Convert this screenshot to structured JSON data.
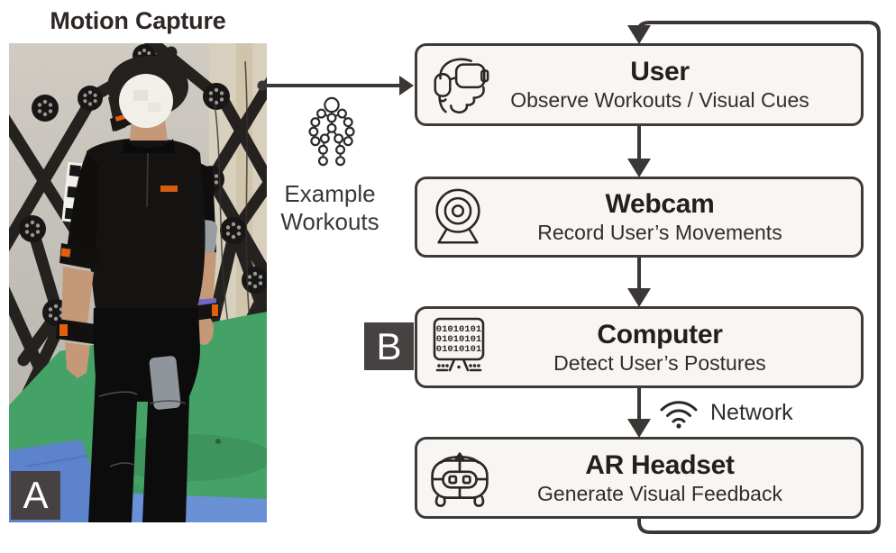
{
  "colors": {
    "ink": "#3b3735",
    "box_fill": "#f7f6f4",
    "box_border": "#3e3a38",
    "badge_bg": "#474241",
    "badge_text": "#ffffff",
    "accent_orange": "#e06010",
    "floor_green": "#44a267",
    "mat_blue": "#5c83cb"
  },
  "left": {
    "title": "Motion Capture",
    "badge_label": "A"
  },
  "middle": {
    "example_workouts_line1": "Example",
    "example_workouts_line2": "Workouts"
  },
  "flow": {
    "badge_label": "B",
    "network_label": "Network",
    "computer_binary": [
      "01010101",
      "01010101",
      "01010101"
    ],
    "nodes": [
      {
        "title": "User",
        "subtitle": "Observe Workouts / Visual Cues",
        "icon": "vr-user-icon"
      },
      {
        "title": "Webcam",
        "subtitle": "Record User’s Movements",
        "icon": "webcam-icon"
      },
      {
        "title": "Computer",
        "subtitle": "Detect User’s Postures",
        "icon": "computer-binary-icon"
      },
      {
        "title": "AR Headset",
        "subtitle": "Generate Visual Feedback",
        "icon": "ar-headset-icon"
      }
    ]
  }
}
